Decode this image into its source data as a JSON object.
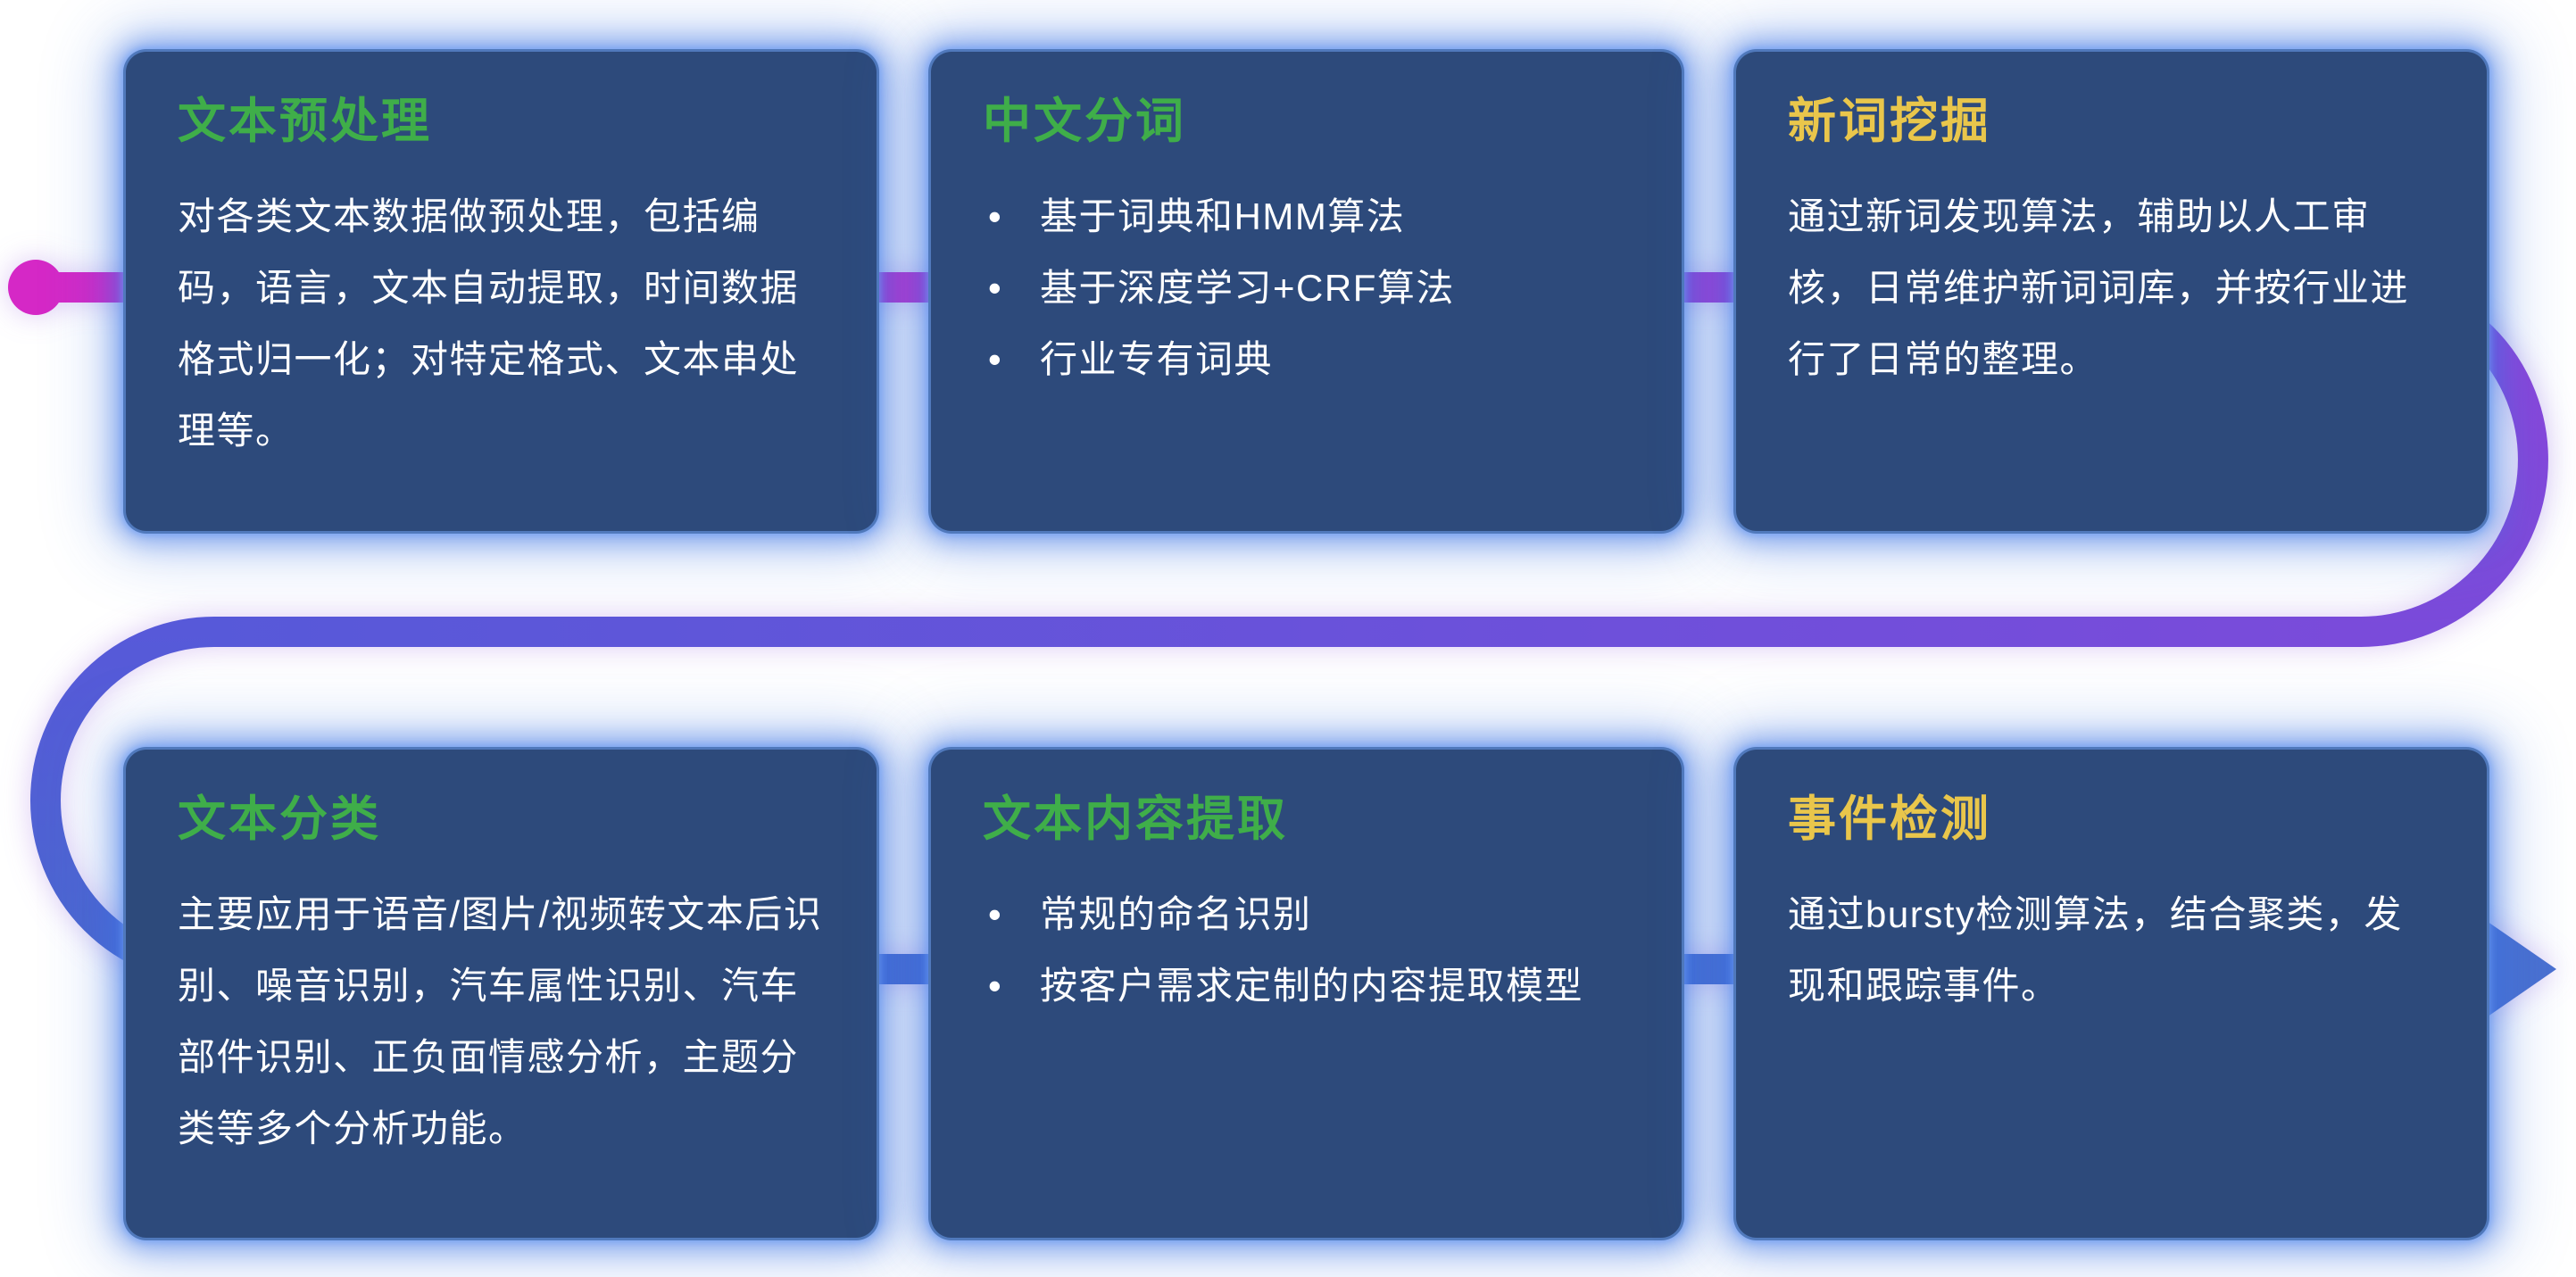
{
  "colors": {
    "magenta": "#d528c6",
    "magenta2": "#c52ecd",
    "purple": "#8f44d9",
    "violet": "#7a4bda",
    "indigo": "#5759d9",
    "blue": "#4a68cf",
    "arrow_blue": "#4a70d0",
    "card_bg": "#2d4a7b",
    "title_green": "#3fae49",
    "title_yellow": "#e9c64b",
    "body_text": "#ffffff"
  },
  "bullet_char": "•",
  "cards": [
    {
      "title": "文本预处理",
      "body": "对各类文本数据做预处理，包括编码，语言，文本自动提取，时间数据格式归一化；对特定格式、文本串处理等。"
    },
    {
      "title": "中文分词",
      "bullets": [
        "基于词典和HMM算法",
        "基于深度学习+CRF算法",
        "行业专有词典"
      ]
    },
    {
      "title": "新词挖掘",
      "body": "通过新词发现算法，辅助以人工审核，日常维护新词词库，并按行业进行了日常的整理。"
    },
    {
      "title": "文本分类",
      "body": "主要应用于语音/图片/视频转文本后识别、噪音识别，汽车属性识别、汽车部件识别、正负面情感分析，主题分类等多个分析功能。"
    },
    {
      "title": "文本内容提取",
      "bullets": [
        "常规的命名识别",
        "按客户需求定制的内容提取模型"
      ]
    },
    {
      "title": "事件检测",
      "body": "通过bursty检测算法，结合聚类，发现和跟踪事件。"
    }
  ]
}
